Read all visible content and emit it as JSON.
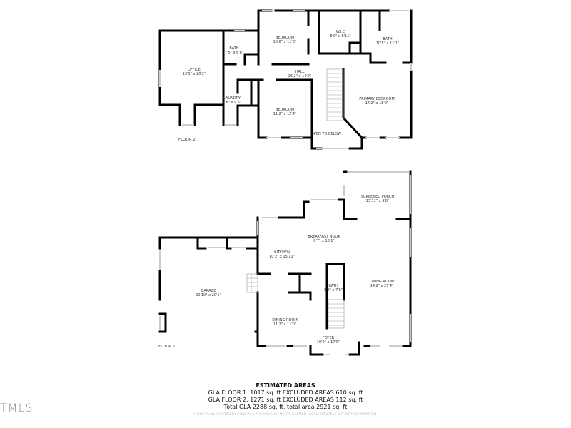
{
  "floor2": {
    "label": "FLOOR 2",
    "rooms": [
      {
        "name": "BEDROOM",
        "dims": "10'6\" x 11'0\""
      },
      {
        "name": "W.I.C",
        "dims": "8'9\" x 8'11\""
      },
      {
        "name": "BATH",
        "dims": "10'5\" x 11'1\""
      },
      {
        "name": "BATH",
        "dims": "7'5\" x 6'8\""
      },
      {
        "name": "OFFICE",
        "dims": "13'5\" x 20'2\""
      },
      {
        "name": "HALL",
        "dims": "26'2\" x 14'9\""
      },
      {
        "name": "LAUNDRY",
        "dims": "5'8\" x 9'6\""
      },
      {
        "name": "BEDROOM",
        "dims": "11'2\" x 12'4\""
      },
      {
        "name": "PRIMARY BEDROOM",
        "dims": "14'2\" x 18'0\""
      },
      {
        "name": "OPEN TO BELOW",
        "dims": ""
      }
    ]
  },
  "floor1": {
    "label": "FLOOR 1",
    "rooms": [
      {
        "name": "SCREENED PORCH",
        "dims": "13'11\" x 9'8\""
      },
      {
        "name": "BREAKFAST NOOK",
        "dims": "8'7\" x 16'1\""
      },
      {
        "name": "KITCHEN",
        "dims": "10'2\" x 15'11\""
      },
      {
        "name": "GARAGE",
        "dims": "20'10\" x 20'1\""
      },
      {
        "name": "BATH",
        "dims": "3'2\" x 7'8\""
      },
      {
        "name": "LIVING ROOM",
        "dims": "14'2\" x 27'4\""
      },
      {
        "name": "DINING ROOM",
        "dims": "11'2\" x 11'0\""
      },
      {
        "name": "FOYER",
        "dims": "10'9\" x 17'0\""
      }
    ]
  },
  "areas": {
    "title": "ESTIMATED AREAS",
    "lines": [
      "GLA FLOOR 1: 1017 sq. ft EXCLUDED AREAS 610 sq. ft",
      "GLA FLOOR 2: 1271 sq. ft EXCLUDED AREAS 112 sq. ft",
      "Total GLA 2288 sq. ft, total area 2921 sq. ft"
    ]
  },
  "disclaimer": "FLOOR PLAN CREATED BY CUBICASA APP. MEASUREMENTS DEEMED HIGHLY RELIABLE BUT NOT GUARANTEED.",
  "logo_text": "TMLS",
  "colors": {
    "wall": "#000000",
    "window": "#cccccc"
  }
}
